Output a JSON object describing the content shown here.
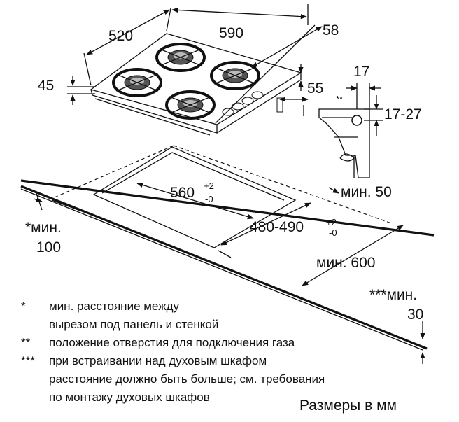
{
  "dimensions": {
    "width_left": "520",
    "width_right": "590",
    "depth_back": "58",
    "height": "45",
    "depth_front": "55",
    "gas_offset": "17",
    "gas_marker": "**",
    "gas_height": "17-27",
    "cutout_width_main": "560",
    "cutout_width_tol_plus": "+2",
    "cutout_width_tol_minus": "-0",
    "cutout_depth_main": "480-490",
    "cutout_depth_tol_plus": "+2",
    "cutout_depth_tol_minus": "-0",
    "min_50": "мин. 50",
    "min_100_label": "*мин.",
    "min_100_value": "100",
    "min_600": "мин. 600",
    "min_30_label": "***мин.",
    "min_30_value": "30"
  },
  "notes": [
    {
      "mark": "*",
      "lines": [
        "мин. расстояние между",
        "вырезом под панель и стенкой"
      ]
    },
    {
      "mark": "**",
      "lines": [
        "положение отверстия для подключения газа"
      ]
    },
    {
      "mark": "***",
      "lines": [
        "при встраивании над духовым шкафом",
        "расстояние должно быть больше; см. требования",
        "по монтажу духовых шкафов"
      ]
    }
  ],
  "units_caption": "Размеры в мм"
}
